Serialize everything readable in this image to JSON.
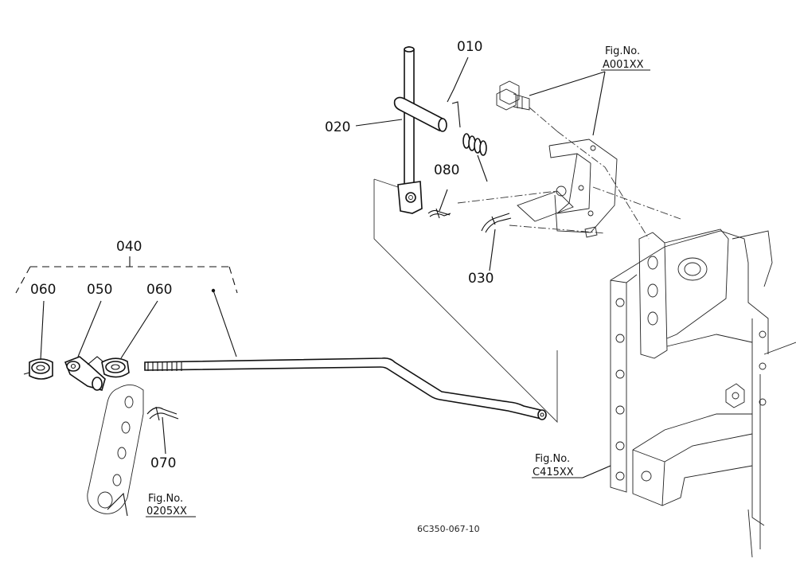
{
  "parts": [
    {
      "number": "010"
    },
    {
      "number": "020"
    },
    {
      "number": "030"
    },
    {
      "number": "040"
    },
    {
      "number": "050"
    },
    {
      "number": "060"
    },
    {
      "number": "060"
    },
    {
      "number": "070"
    },
    {
      "number": "080"
    }
  ],
  "figure_refs": [
    {
      "caption": "Fig.No.",
      "code": "A001XX"
    },
    {
      "caption": "Fig.No.",
      "code": "C415XX"
    },
    {
      "caption": "Fig.No.",
      "code": "0205XX"
    }
  ],
  "drawing_code": "6C350-067-10"
}
